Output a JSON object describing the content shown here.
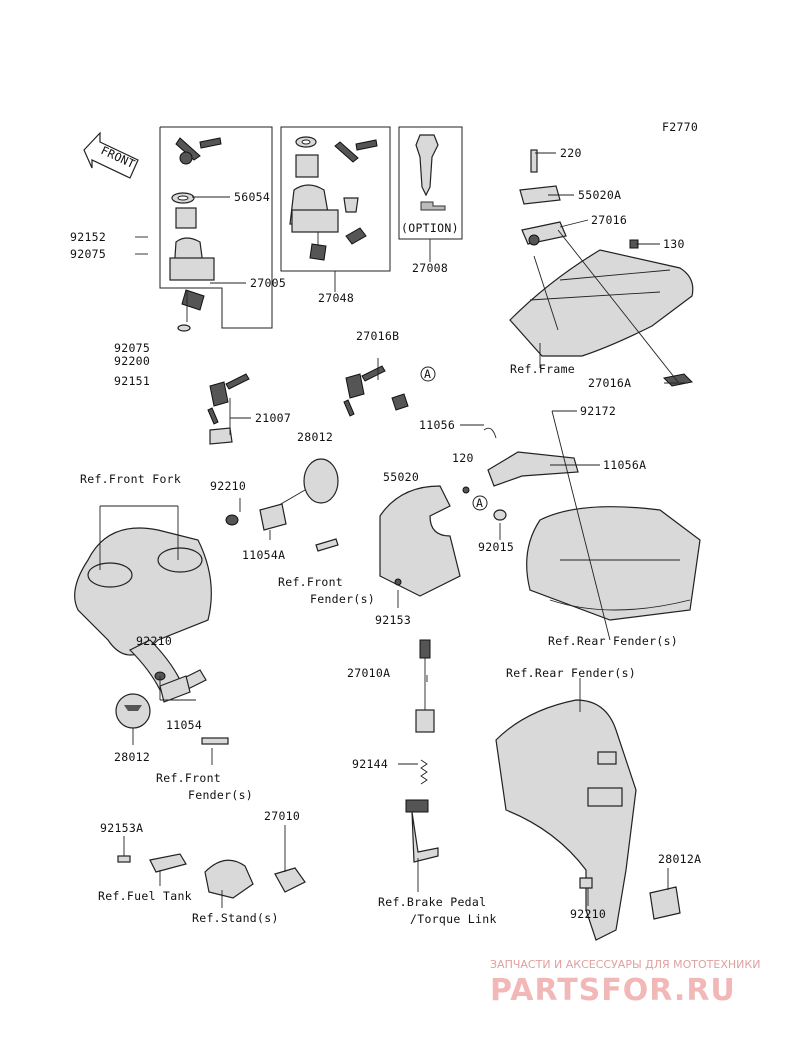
{
  "figure_code": "F2770",
  "front_arrow": "FRONT",
  "option_label": "(OPTION)",
  "parts": {
    "p220": "220",
    "p55020A": "55020A",
    "p27016": "27016",
    "p130": "130",
    "refFrame": "Ref.Frame",
    "p27016A": "27016A",
    "p56054": "56054",
    "p92152": "92152",
    "p92075a": "92075",
    "p27005": "27005",
    "p27048": "27048",
    "p27008": "27008",
    "p92075b": "92075",
    "p92200": "92200",
    "p92151": "92151",
    "p27016B": "27016B",
    "p21007": "21007",
    "p92172": "92172",
    "p11056": "11056",
    "p28012a": "28012",
    "p120": "120",
    "p11056A": "11056A",
    "refFrontFork": "Ref.Front Fork",
    "p92210a": "92210",
    "p55020": "55020",
    "p11054A": "11054A",
    "p92015": "92015",
    "refFrontFender1": "Ref.Front",
    "refFrontFender1b": "Fender(s)",
    "p92153": "92153",
    "refRearFender1": "Ref.Rear Fender(s)",
    "p92210b": "92210",
    "p27010A": "27010A",
    "refRearFender2": "Ref.Rear Fender(s)",
    "p11054": "11054",
    "p28012b": "28012",
    "refFrontFender2": "Ref.Front",
    "refFrontFender2b": "Fender(s)",
    "p92144": "92144",
    "p92153A": "92153A",
    "p27010": "27010",
    "refFuelTank": "Ref.Fuel Tank",
    "refStand": "Ref.Stand(s)",
    "refBrake1": "Ref.Brake Pedal",
    "refBrake2": "/Torque Link",
    "p28012A": "28012A",
    "p92210c": "92210",
    "circleA1": "A",
    "circleA2": "A"
  },
  "watermark": {
    "top_text": "ЗАПЧАСТИ И АКСЕССУАРЫ ДЛЯ МОТОТЕХНИКИ",
    "brand": "PARTSFOR.RU"
  }
}
